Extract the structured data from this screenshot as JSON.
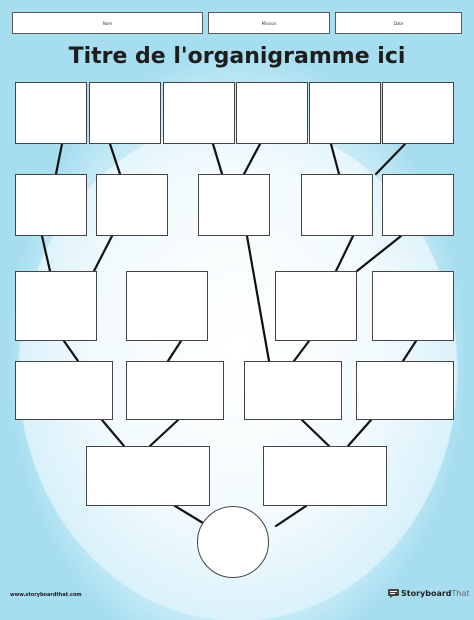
{
  "header": {
    "fields": [
      {
        "label": "Nom"
      },
      {
        "label": "Mission"
      },
      {
        "label": "Date"
      }
    ]
  },
  "title": "Titre de l'organigramme ici",
  "footer": {
    "url": "www.storyboardthat.com",
    "brand_primary": "Storyboard",
    "brand_secondary": "That"
  },
  "colors": {
    "background": "#a6def0",
    "box_fill": "#ffffff",
    "line": "#111111"
  }
}
